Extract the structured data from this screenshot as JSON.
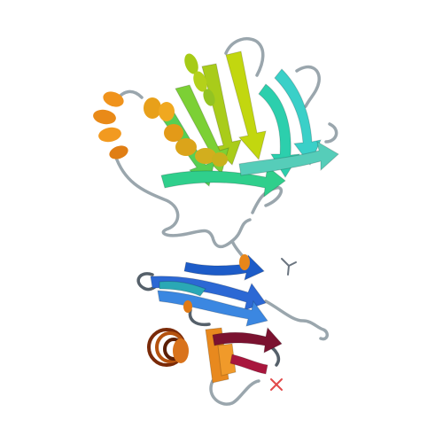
{
  "scene": {
    "description_type": "protein-ribbon-render",
    "background": "#ffffff",
    "domains": [
      {
        "name": "upper-beta-barrel",
        "colors": [
          "#b5d61b",
          "#7fd12a",
          "#2fd08a",
          "#2ad1c1",
          "#49c9b9"
        ]
      },
      {
        "name": "upper-helix-region",
        "colors": [
          "#f39b22",
          "#e9a317",
          "#d8b013"
        ]
      },
      {
        "name": "lower-beta-sheet",
        "colors": [
          "#2f6fd6",
          "#3c8ae3",
          "#1a57c4"
        ]
      },
      {
        "name": "bottom-helix",
        "colors": [
          "#7a2a08",
          "#b5520e",
          "#d9731c"
        ]
      },
      {
        "name": "bottom-hairpin",
        "colors": [
          "#7a1230",
          "#a8163d"
        ]
      }
    ],
    "ligand_color": "#e24a4a",
    "loop_color": "#9aa6ad"
  }
}
